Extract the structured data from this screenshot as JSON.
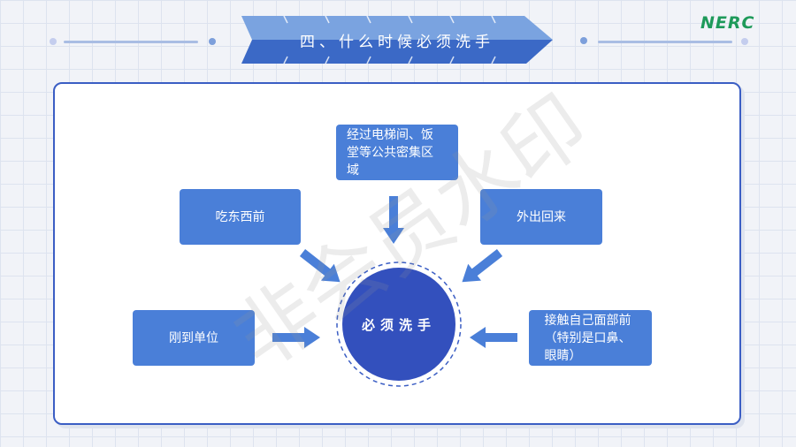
{
  "header": {
    "title": "四、什么时候必须洗手",
    "logo": "NERC"
  },
  "center": {
    "label": "必须洗手"
  },
  "nodes": {
    "top": "经过电梯间、饭堂等公共密集区域",
    "left": "吃东西前",
    "right": "外出回来",
    "bottom_left": "刚到单位",
    "bottom_right": "接触自己面部前（特别是口鼻、眼睛）"
  },
  "watermark": "非会员水印",
  "colors": {
    "box": "#4a7fd8",
    "circle": "#3350bd",
    "border": "#3b5ec4"
  }
}
